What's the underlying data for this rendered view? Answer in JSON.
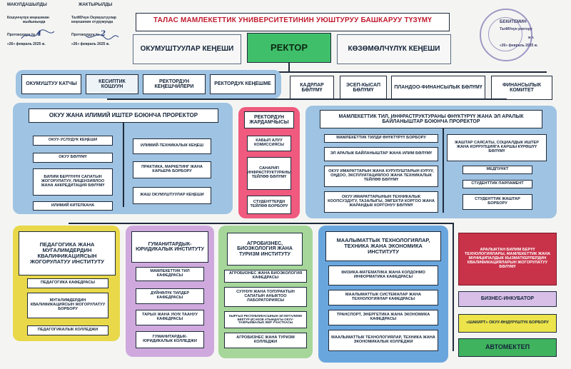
{
  "title": "ТАЛАС МАМЛЕКЕТТИК УНИВЕРСИТЕТИНИН УЮШТУРУУ БАШКАРУУ ТҮЗҮМҮ",
  "left_approval": {
    "col1": {
      "title": "МАКУЛДАШЫЛДЫ",
      "line1": "Кошунчулук кеңешинин",
      "line2": "жыйынында",
      "protocol": "Протоколдун №",
      "protocol_no": "4",
      "date": "«26» февраль 2025 ж."
    },
    "col2": {
      "title": "ЖАКТЫРЫЛДЫ",
      "line1": "ТалМУнун Окумуштуулар",
      "line2": "кеңешинин отурумунда",
      "protocol": "Протоколдун №",
      "protocol_no": "2",
      "date": "«26» февраль 2025 ж."
    }
  },
  "right_approval": {
    "title": "БЕКИТЕМИН",
    "line1": "ТалМУнун ректору",
    "line2": "ж.т.",
    "date": "«26» февраль 2025 ж."
  },
  "top": {
    "academic_council": "ОКУМУШТУУЛАР КЕҢЕШИ",
    "rector": "РЕКТОР",
    "supervisory": "КӨЗӨМӨЛЧҮЛҮК КЕҢЕШИ"
  },
  "row2": {
    "secretary": "ОКУМУШТУУ КАТЧЫ",
    "union": "КЕСИПТИК КОШУУН",
    "advisers": "РЕКТОРДУН КЕҢЕШЧИЛЕРИ",
    "rectorate": "РЕКТОРДУК КЕҢЕШМЕ",
    "hr": "КАДРЛАР БӨЛҮМҮ",
    "accounting": "ЭСЕП-КЫСАП БӨЛҮМҮ",
    "planning": "ПЛАНДОО-ФИНАНСЫЛЫК БӨЛҮМҮ",
    "finance": "ФИНАНСЫЛЫК КОМИТЕТ"
  },
  "prorector_academic": {
    "title": "ОКУУ ЖАНА ИЛИМИЙ ИШТЕР БОЮНЧА ПРОРЕКТОР",
    "left": [
      "ОКУУ-УСЛУДУК КЕҢЕШИ",
      "ОКУУ БӨЛҮМҮ",
      "БИЛИМ БЕРҮҮНҮН САПАТЫН ЖОГОРУЛАТУУ, ЛИЦЕНЗИЯЛОО ЖАНА АККРЕДИТАЦИЯ БӨЛҮМҮ",
      "ИЛИМИЙ КИТЕПКАНА"
    ],
    "right": [
      "ИЛИМИЙ-ТЕХНИКАЛЫК КЕҢЕШ",
      "ПРАКТИКА, МАРКЕТИНГ ЖАНА КАРЬЕРА БОРБОРУ",
      "ЖАШ ОКУМУШТУУЛАР КЕҢЕШИ"
    ]
  },
  "rector_assistant": {
    "title": "РЕКТОРДУН ЖАРДАМЧЫСЫ",
    "items": [
      "КАБЫЛ АЛУУ КОМИССИЯСЫ",
      "САНАРИП ИНФРАСТРУКТУРАНЫ ТЕЙЛӨӨ БӨЛҮМҮ",
      "СТУДЕНТТЕРДИ ТЕЙЛӨӨ БОРБОРУ"
    ]
  },
  "prorector_state": {
    "title": "МАМЛЕКЕТТИК ТИЛ, ИНФРАСТРУКТУРАНЫ ӨНҮКТҮРҮҮ ЖАНА ЭЛ АРАЛЫК БАЙЛАНЫШТАР БОЮНЧА ПРОРЕКТОР",
    "left": [
      "МАМЛЕКЕТТИК ТИЛДИ ӨНҮКТҮРҮҮ БОРБОРУ",
      "ЭЛ АРАЛЫК БАЙЛАНЫШТАР ЖАНА ИЛИМ БӨЛҮМҮ",
      "ОКУУ ИМАРАТТАРЫН ЖАНА КУРУЛУШТАРЫН КУРУУ, ОҢДОО, ЭКСПЛУАТАЦИЯЛОО ЖАНА ТЕХНИКАЛЫК ТЕЙЛӨӨ БӨЛҮМҮ",
      "ОКУУ ИМАРАТТАРЫНЫН ТЕХНИКАЛЫК КООПСУЗДУГУ, ТАЗАЛЫГЫ, ЭМГЕКТИ КОРГОО ЖАНА ЖАРАНДЫК КОРГОНУУ БӨЛҮМҮ"
    ],
    "right": [
      "ЖАШТАР САЯСАТЫ, СОЦИАЛДЫК ИШТЕР ЖАНА КОРРУПЦИЯГА КАРШЫ КҮРӨШҮҮ БӨЛҮМҮ",
      "МЕДПУНКТ",
      "СТУДЕНТТИК ПАРЛАМЕНТ",
      "СТУДЕНТТИК ЖАШТАР БОРБОРУ"
    ]
  },
  "inst_ped": {
    "title": "ПЕДАГОГИКА ЖАНА МУГАЛИМДЕРДИН КВАЛИФИКАЦИЯСЫН ЖОГОРУЛАТУУ ИНСТИТУТУ",
    "items": [
      "ПЕДАГОГИКА КАФЕДРАСЫ",
      "МУГАЛИМДЕРДИН КВАЛИФИКАЦИЯСЫН ЖОГОРУЛАТУУ БОРБОРУ",
      "ПЕДАГОГИКАЛЫК КОЛЛЕДЖИ"
    ]
  },
  "inst_hum": {
    "title": "ГУМАНИТАРДЫК-ЮРИДИКАЛЫК ИНСТИТУТУ",
    "items": [
      "МАМЛЕКЕТТИК ТИЛ КАФЕДРАСЫ",
      "ДҮЙНӨЛҮК ТИЛДЕР КАФЕДРАСЫ",
      "ТАРЫХ ЖАНА УКУК ТААНУУ КАФЕДРАСЫ",
      "ГУМАНИТАРДЫК-ЮРИДИКАЛЫК КОЛЛЕДЖИ"
    ]
  },
  "inst_agro": {
    "title": "АГРОБИЗНЕС, БИОЭКОЛОГИЯ ЖАНА ТУРИЗМ ИНСТИТУТУ",
    "items": [
      "АГРОБИЗНЕС ЖАНА БИОЭКОЛОГИЯ КАФЕДРАСЫ",
      "СУУНУН ЖАНА ТОПУРАКТЫН САПАТЫН АНЫКТОО ЛАБОРАТОРИЯСЫ",
      "КЫРГЫЗ РЕСПУБЛИКАСЫНЫН ЭЛ МУГАЛИМИ БЕКТУР ИСАКОВ АТЫНДАГЫ ОКУУ-ТАЖРЫЙБАЛЫК ЖЕР УЧАСТКАСЫ",
      "АГРОБИЗНЕС ЖАНА ТУРИЗМ КОЛЛЕДЖИ"
    ]
  },
  "inst_it": {
    "title": "МААЛЫМАТТЫК ТЕХНОЛОГИЯЛАР, ТЕХНИКА ЖАНА ЭКОНОМИКА ИНСТИТУТУ",
    "items": [
      "ФИЗИКА-МАТЕМАТИКА ЖАНА КОЛДОНМО ИНФОРМАТИКА КАФЕДРАСЫ",
      "МААЛЫМАТТЫК СИСТЕМАЛАР ЖАНА ТЕХНОЛОГИЯЛАР КАФЕДРАСЫ",
      "ТРАНСПОРТ, ЭНЕРГЕТИКА ЖАНА ЭКОНОМИКА КАФЕДРАСЫ",
      "МААЛЫМАТТЫК ТЕХНОЛОГИЯЛАР, ТЕХНИКА ЖАНА ЭКОНОМИКАЛЫК КОЛЛЕДЖИ"
    ]
  },
  "right_col": [
    "АРАЛЫКТАН БИЛИМ БЕРҮҮ ТЕХНОЛОГИЯЛАРЫ, МАМЛЕКЕТТИК ЖАНА МУНИЦИПАЛДЫК КЫЗМАТКЕРЛЕРДИН КВАЛИФИКАЦИЯЛАРЫН ЖОГОРУЛАТУУ БӨЛҮМҮ",
    "БИЗНЕС-ИНКУБАТОР",
    "«ШАКИРТ» ОКУУ-ӨНДҮРҮШТҮК БОРБОРУ",
    "АВТОМЕКТЕП"
  ],
  "colors": {
    "rector": "#3fbf6a",
    "blue_panel": "#9fc3e2",
    "pink_panel": "#ef5a7e",
    "yellow_panel": "#e8d84a",
    "purple_panel": "#cfa9dd",
    "green_panel": "#a6d69a",
    "blue2_panel": "#6aa6de",
    "red_box": "#c8334a",
    "lavender_box": "#d8bfe8",
    "yellow_box": "#ece44a",
    "green_box": "#3fb35e",
    "title_color": "#c01a2c"
  }
}
